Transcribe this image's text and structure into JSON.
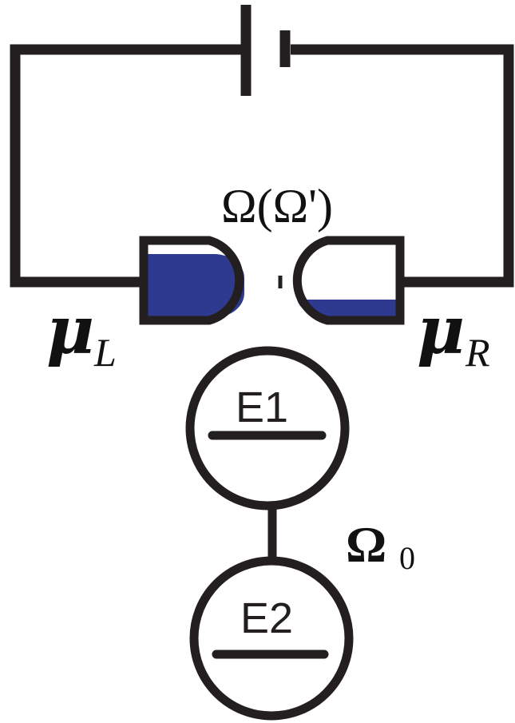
{
  "labels": {
    "tunneling": "Ω(Ω')",
    "mu": "μ",
    "left_sub": "L",
    "right_sub": "R",
    "coupling": "Ω",
    "coupling_sub": "0",
    "dot1": "E1",
    "dot2": "E2"
  },
  "colors": {
    "line": "#231f20",
    "fill": "#2e3a8f",
    "background": "#ffffff"
  }
}
